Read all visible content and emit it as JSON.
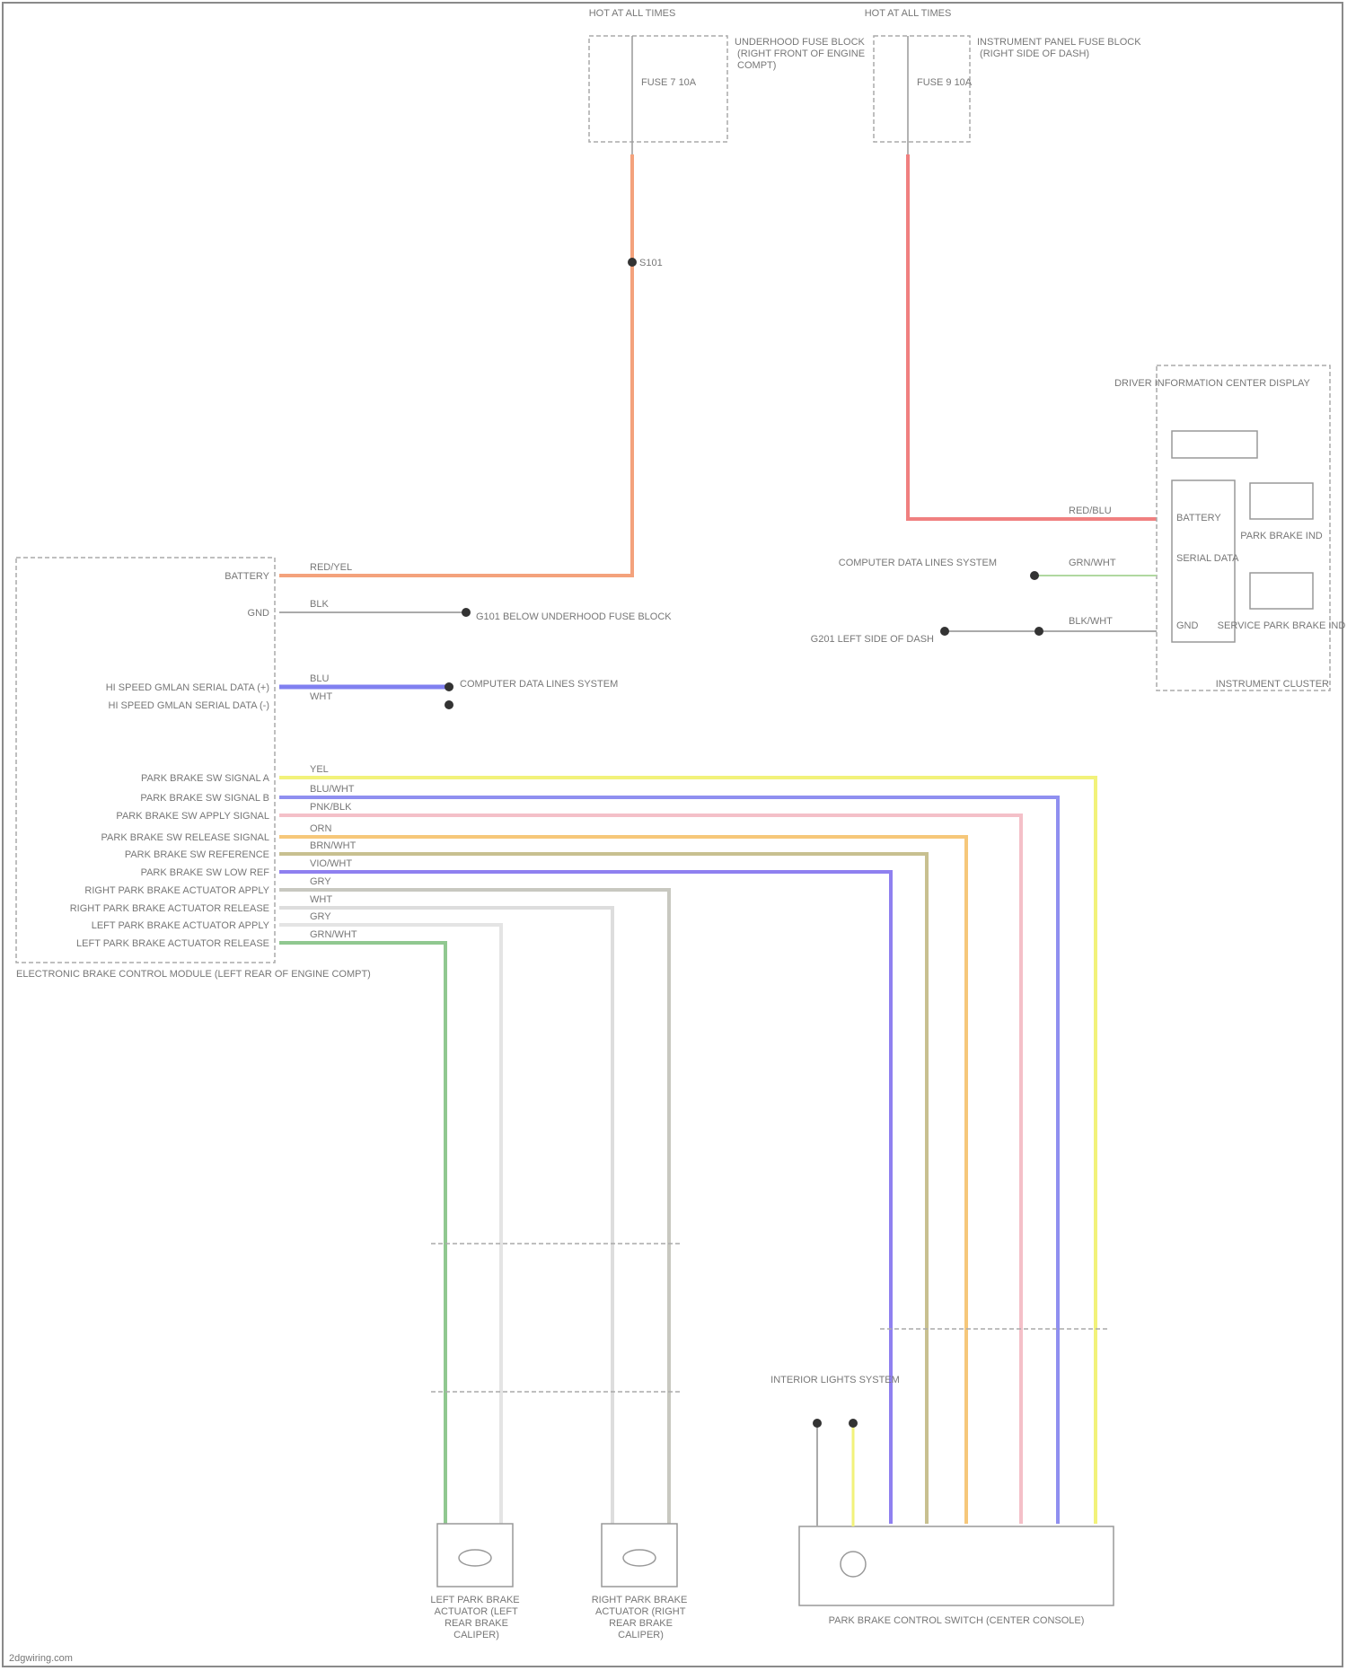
{
  "fuses": [
    {
      "header": "HOT AT ALL TIMES",
      "fuse": "FUSE 7 10A",
      "location": "UNDERHOOD FUSE BLOCK (RIGHT FRONT OF ENGINE COMPT)",
      "wire_color": "#f4a27c"
    },
    {
      "header": "HOT AT ALL TIMES",
      "fuse": "FUSE 9 10A",
      "location": "INSTRUMENT PANEL FUSE BLOCK (RIGHT SIDE OF DASH)",
      "wire_color": "#f08080"
    }
  ],
  "splice": "S101",
  "ebcm": {
    "title": "ELECTRONIC BRAKE CONTROL MODULE (LEFT REAR OF ENGINE COMPT)",
    "pins": [
      {
        "label": "BATTERY",
        "wire": "RED/YEL",
        "color": "#f4a27c"
      },
      {
        "label": "GND",
        "wire": "BLK",
        "color": "#aaaaaa"
      },
      {
        "label": "HI SPEED GMLAN SERIAL DATA (+)",
        "wire": "BLU",
        "color": "#8080f0"
      },
      {
        "label": "HI SPEED GMLAN SERIAL DATA (-)",
        "wire": "WHT",
        "color": "#8080f0"
      },
      {
        "label": "PARK BRAKE SW SIGNAL A",
        "wire": "YEL",
        "color": "#f2f27a"
      },
      {
        "label": "PARK BRAKE SW SIGNAL B",
        "wire": "BLU/WHT",
        "color": "#8f8ff0"
      },
      {
        "label": "PARK BRAKE SW APPLY SIGNAL",
        "wire": "PNK/BLK",
        "color": "#f4c0c8"
      },
      {
        "label": "PARK BRAKE SW RELEASE SIGNAL",
        "wire": "ORN",
        "color": "#f6c77a"
      },
      {
        "label": "PARK BRAKE SW REFERENCE",
        "wire": "BRN/WHT",
        "color": "#c8c090"
      },
      {
        "label": "PARK BRAKE SW LOW REF",
        "wire": "VIO/WHT",
        "color": "#8f80f0"
      },
      {
        "label": "RIGHT PARK BRAKE ACTUATOR APPLY",
        "wire": "GRY",
        "color": "#c8c8c0"
      },
      {
        "label": "RIGHT PARK BRAKE ACTUATOR RELEASE",
        "wire": "WHT",
        "color": "#dddddd"
      },
      {
        "label": "LEFT PARK BRAKE ACTUATOR APPLY",
        "wire": "GRY",
        "color": "#e4e4e4"
      },
      {
        "label": "LEFT PARK BRAKE ACTUATOR RELEASE",
        "wire": "GRN/WHT",
        "color": "#90c890"
      }
    ]
  },
  "ground_label": "G101 BELOW UNDERHOOD FUSE BLOCK",
  "serial_label": "COMPUTER DATA LINES SYSTEM",
  "cluster": {
    "title": "INSTRUMENT CLUSTER",
    "display": "DRIVER INFORMATION CENTER DISPLAY",
    "rows": [
      "BATTERY",
      "SERIAL DATA",
      "GND"
    ],
    "lamps": [
      "PARK BRAKE IND",
      "SERVICE PARK BRAKE IND"
    ],
    "serial_wire": "GRN/WHT",
    "battery_wire": "RED/BLU",
    "gnd_wire": "BLK/WHT",
    "serial_text": "COMPUTER DATA LINES SYSTEM",
    "ground_text": "G201 LEFT SIDE OF DASH"
  },
  "actuators": [
    {
      "label": "LEFT PARK BRAKE ACTUATOR (LEFT REAR BRAKE CALIPER)"
    },
    {
      "label": "RIGHT PARK BRAKE ACTUATOR (RIGHT REAR BRAKE CALIPER)"
    }
  ],
  "park_switch": {
    "label": "PARK BRAKE CONTROL SWITCH (CENTER CONSOLE)",
    "illum": "INTERIOR LIGHTS SYSTEM"
  },
  "footer": "2dgwiring.com"
}
